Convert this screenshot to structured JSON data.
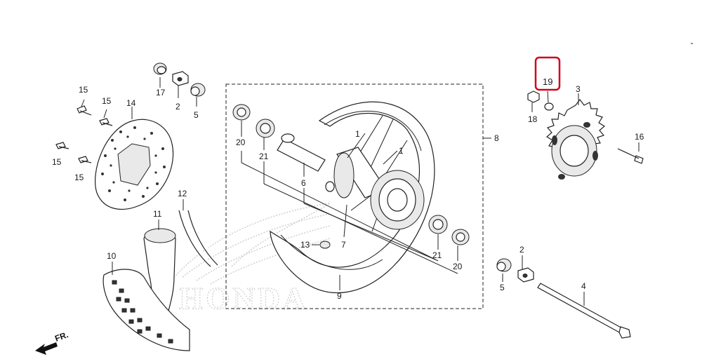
{
  "labels": {
    "p1a": "1",
    "p1b": "1",
    "p2a": "2",
    "p2b": "2",
    "p3": "3",
    "p4": "4",
    "p5a": "5",
    "p5b": "5",
    "p6": "6",
    "p7": "7",
    "p8": "8",
    "p9": "9",
    "p10": "10",
    "p11": "11",
    "p12": "12",
    "p13": "13",
    "p14": "14",
    "p15a": "15",
    "p15b": "15",
    "p15c": "15",
    "p15d": "15",
    "p16": "16",
    "p17": "17",
    "p18": "18",
    "p20a": "20",
    "p20b": "20",
    "p21a": "21",
    "p21b": "21"
  },
  "highlight": {
    "label": "19",
    "color": "#d0021b"
  },
  "direction": {
    "label": "FR."
  },
  "watermark": {
    "brand": "HONDA"
  }
}
